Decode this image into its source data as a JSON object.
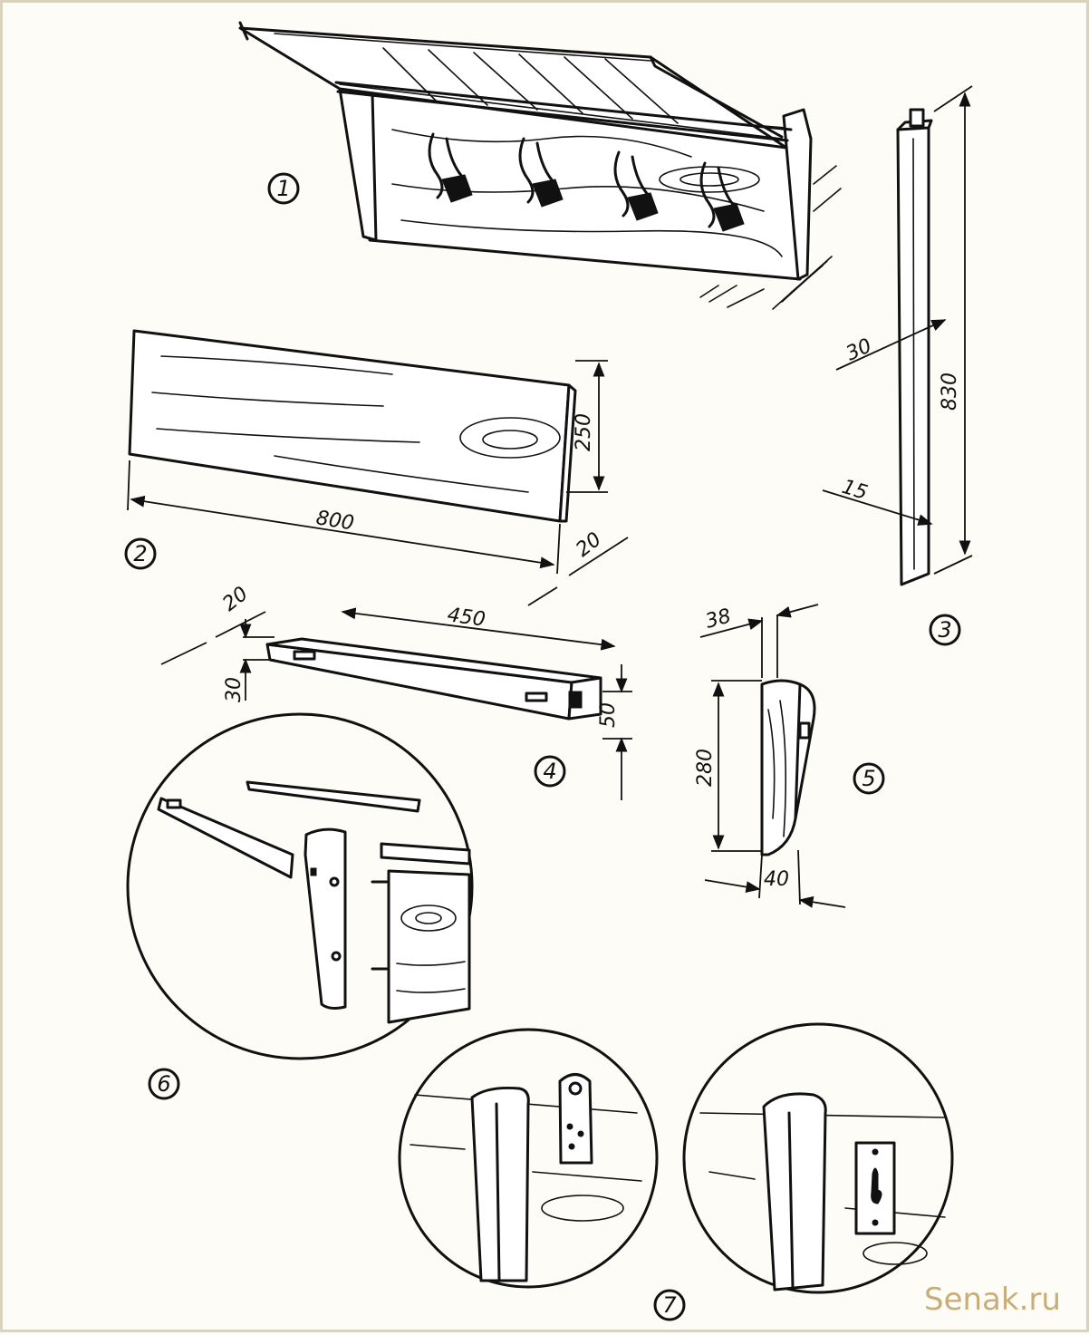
{
  "figures": {
    "fig1": {
      "number": "1"
    },
    "fig2": {
      "number": "2",
      "dims": {
        "length": "800",
        "height": "250",
        "thickness": "20"
      }
    },
    "fig3": {
      "number": "3",
      "dims": {
        "length": "830",
        "width": "30",
        "thickness": "15"
      }
    },
    "fig4": {
      "number": "4",
      "dims": {
        "length": "450",
        "thickness": "20",
        "width": "30",
        "height": "50"
      }
    },
    "fig5": {
      "number": "5",
      "dims": {
        "top": "38",
        "height": "280",
        "bottom": "40"
      }
    },
    "fig6": {
      "number": "6"
    },
    "fig7": {
      "number": "7"
    }
  },
  "watermark": "Senak.ru",
  "colors": {
    "ink": "#111111",
    "paper": "#fdfcf7",
    "watermark": "#c9ad78",
    "frame": "#d9d2bd"
  }
}
